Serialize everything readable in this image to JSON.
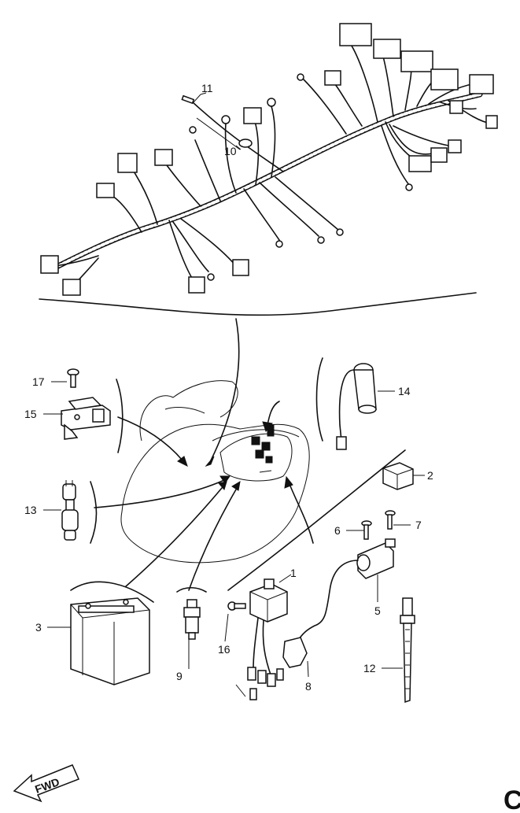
{
  "callouts": {
    "p1": "1",
    "p2": "2",
    "p3": "3",
    "p5": "5",
    "p6": "6",
    "p7": "7",
    "p8": "8",
    "p9": "9",
    "p10": "10",
    "p11": "11",
    "p12": "12",
    "p13": "13",
    "p14": "14",
    "p15": "15",
    "p16": "16",
    "p17": "17"
  },
  "fwd_label": "FWD",
  "corner_mark": "C",
  "icons": [
    "wire-harness-icon",
    "battery-icon",
    "ignition-coil-icon",
    "relay-icon",
    "fuse-holder-icon",
    "starter-relay-icon",
    "band-icon",
    "thermo-unit-icon",
    "grip-heater-icon",
    "fwd-arrow-icon"
  ]
}
